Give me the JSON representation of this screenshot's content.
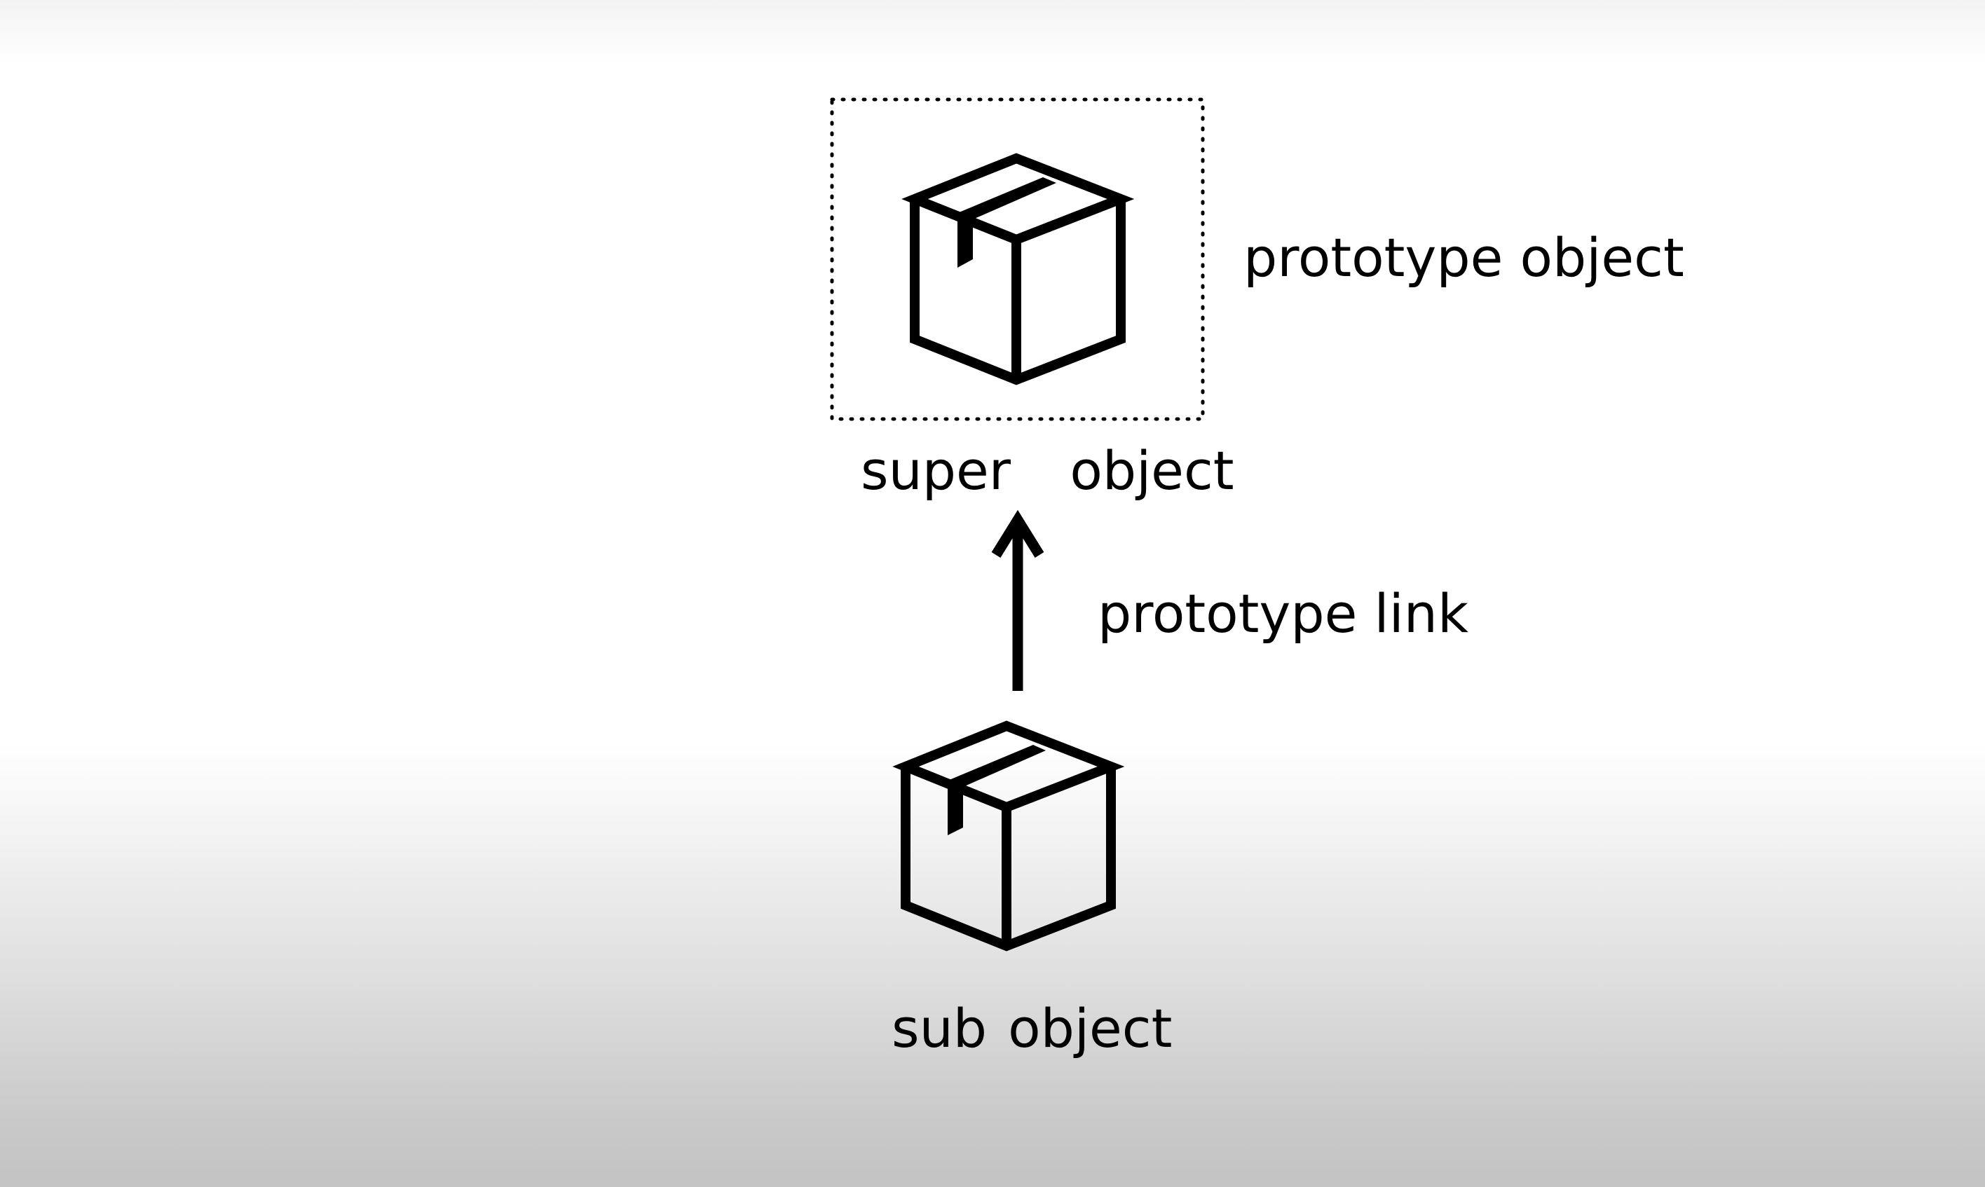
{
  "labels": {
    "prototype_object": "prototype object",
    "super_object": "super  object",
    "prototype_link": "prototype link",
    "sub_object": "sub object"
  },
  "icons": {
    "super_box": "box-icon",
    "sub_box": "box-icon",
    "link_arrow": "arrow-up-icon"
  },
  "colors": {
    "stroke": "#000000",
    "background_top": "#ffffff",
    "background_bottom": "#c3c3c3"
  }
}
